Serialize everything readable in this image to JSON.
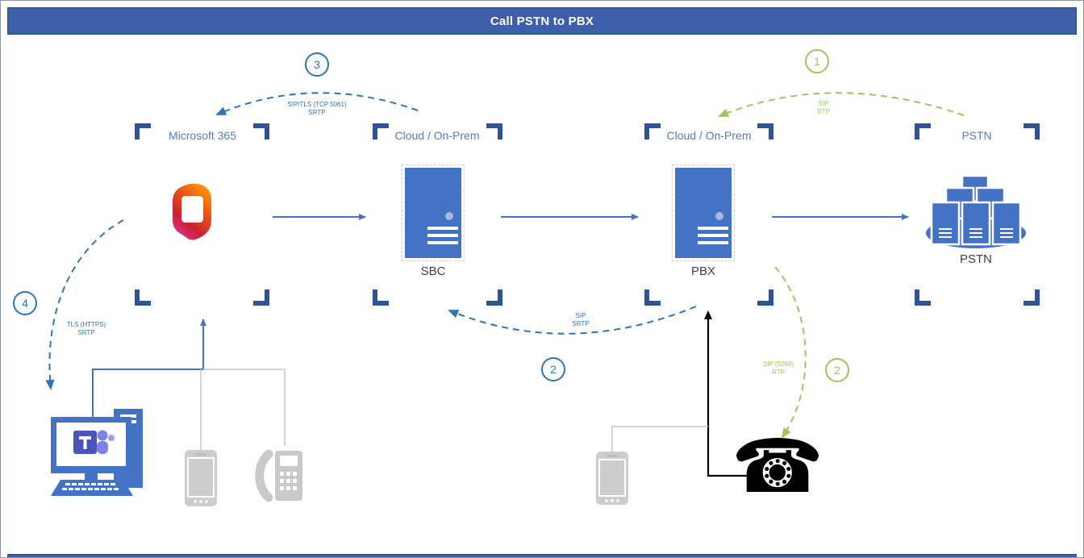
{
  "title": "Call PSTN to PBX",
  "zones": {
    "m365": "Microsoft 365",
    "sbc_zone": "Cloud / On-Prem",
    "pbx_zone": "Cloud / On-Prem",
    "pstn_zone": "PSTN"
  },
  "captions": {
    "sbc": "SBC",
    "pbx": "PBX",
    "pstn": "PSTN"
  },
  "steps": {
    "s1": {
      "num": "1",
      "line1": "SIP",
      "line2": "RTP"
    },
    "s2_blue": {
      "num": "2",
      "line1": "SIP",
      "line2": "SRTP"
    },
    "s2_green": {
      "num": "2",
      "line1": "SIP (5060)",
      "line2": "RTP"
    },
    "s3": {
      "num": "3",
      "line1": "SIP/TLS (TCP 5061)",
      "line2": "SRTP"
    },
    "s4": {
      "num": "4",
      "line1": "TLS (HTTPS)",
      "line2": "SRTP"
    }
  },
  "icons": {
    "analog_phone": "☎"
  },
  "colors": {
    "title_bar": "#3D5FA9",
    "shape_blue": "#4472C4",
    "bracket_blue": "#2F5496",
    "flow_blue": "#2E75B6",
    "flow_green": "#9CC65D",
    "device_gray": "#C9C9C9"
  }
}
